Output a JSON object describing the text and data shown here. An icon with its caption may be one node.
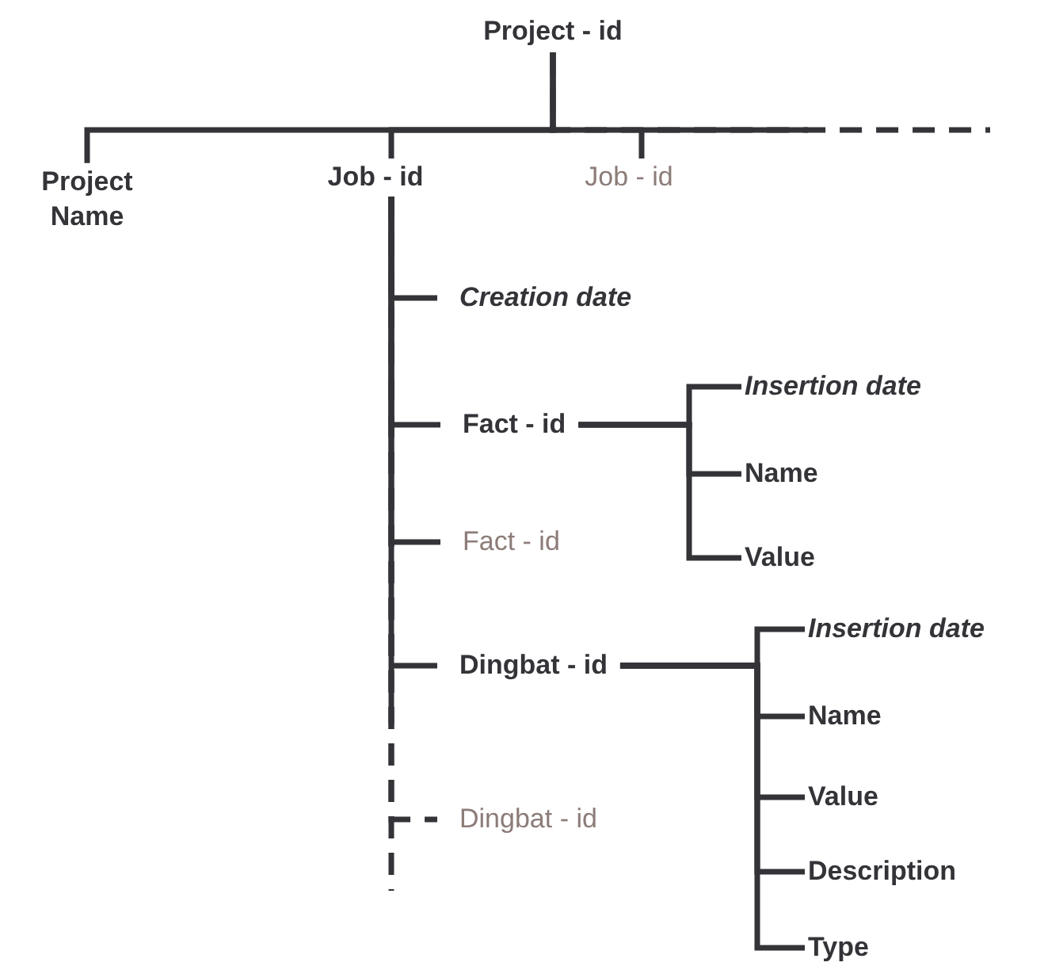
{
  "diagram": {
    "nodes": [
      {
        "text": [
          "Project - id"
        ]
      },
      {
        "text": [
          "Project Name"
        ]
      },
      {
        "text": [
          "Job - id"
        ]
      },
      {
        "text": [
          "Job - id"
        ]
      },
      {
        "text": [
          "Creation date"
        ]
      },
      {
        "text": [
          "Fact - id"
        ]
      },
      {
        "text": [
          "Fact - id"
        ]
      },
      {
        "text": [
          "Insertion date"
        ]
      },
      {
        "text": [
          "Name"
        ]
      },
      {
        "text": [
          "Value"
        ]
      },
      {
        "text": [
          "Dingbat - id"
        ]
      },
      {
        "text": [
          "Dingbat - id"
        ]
      },
      {
        "text": [
          "Insertion date"
        ]
      },
      {
        "text": [
          "Name"
        ]
      },
      {
        "text": [
          "Value"
        ]
      },
      {
        "text": [
          "Description"
        ]
      },
      {
        "text": [
          "Type"
        ]
      }
    ],
    "edges": [
      {
        "from": 0,
        "to": 1,
        "arrow": "none"
      },
      {
        "from": 0,
        "to": 2,
        "arrow": "none"
      },
      {
        "from": 0,
        "to": 3,
        "arrow": "none"
      },
      {
        "from": 0,
        "to": null,
        "arrow": "none",
        "style": "dashed"
      },
      {
        "from": 2,
        "to": 4,
        "arrow": "none"
      },
      {
        "from": 2,
        "to": 5,
        "arrow": "none"
      },
      {
        "from": 2,
        "to": 6,
        "arrow": "none"
      },
      {
        "from": 2,
        "to": 10,
        "arrow": "none"
      },
      {
        "from": 2,
        "to": 11,
        "arrow": "none",
        "style": "dashed"
      },
      {
        "from": 2,
        "to": null,
        "arrow": "none",
        "style": "dashed"
      },
      {
        "from": 5,
        "to": 7,
        "arrow": "none"
      },
      {
        "from": 5,
        "to": 8,
        "arrow": "none"
      },
      {
        "from": 5,
        "to": 9,
        "arrow": "none"
      },
      {
        "from": 10,
        "to": 12,
        "arrow": "none"
      },
      {
        "from": 10,
        "to": 13,
        "arrow": "none"
      },
      {
        "from": 10,
        "to": 14,
        "arrow": "none"
      },
      {
        "from": 10,
        "to": 15,
        "arrow": "none"
      },
      {
        "from": 10,
        "to": 16,
        "arrow": "none"
      }
    ]
  }
}
